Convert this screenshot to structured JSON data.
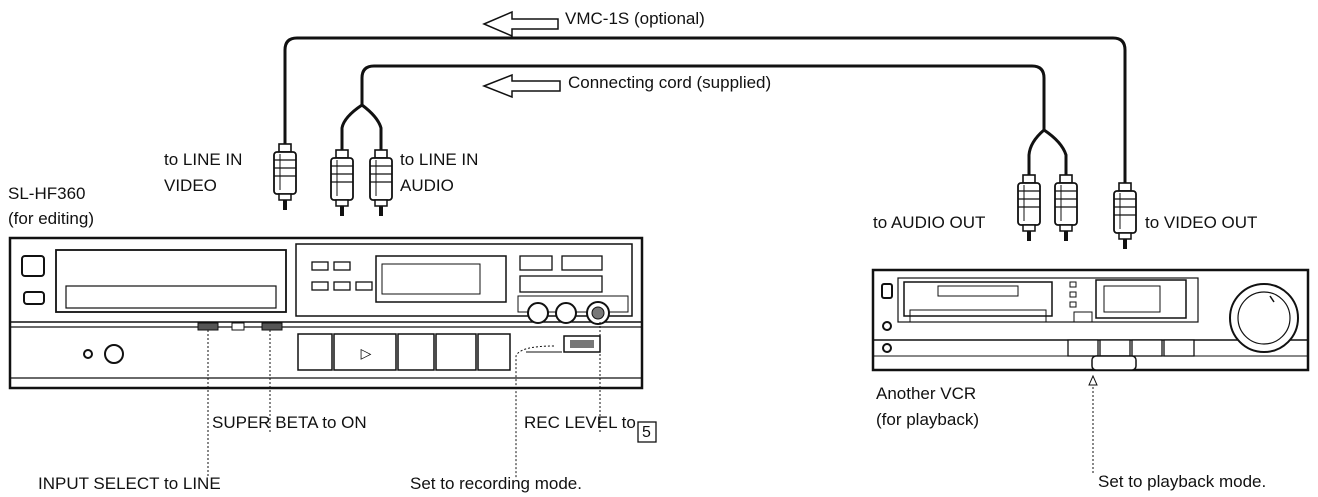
{
  "cables": {
    "vmc": "VMC-1S (optional)",
    "cord": "Connecting cord (supplied)"
  },
  "editing_vcr": {
    "model": "SL-HF360",
    "role": "(for editing)",
    "video_in_line1": "to LINE IN",
    "video_in_line2": "VIDEO",
    "audio_in_line1": "to LINE IN",
    "audio_in_line2": "AUDIO",
    "super_beta": "SUPER BETA to ON",
    "rec_level_prefix": "REC LEVEL to",
    "rec_level_value": "5",
    "input_select": "INPUT SELECT to LINE",
    "record_mode": "Set to recording mode.",
    "play_symbol": "▷"
  },
  "playback_vcr": {
    "audio_out": "to AUDIO OUT",
    "video_out": "to VIDEO OUT",
    "name": "Another VCR",
    "role": "(for playback)",
    "playback_mode": "Set to playback mode."
  }
}
